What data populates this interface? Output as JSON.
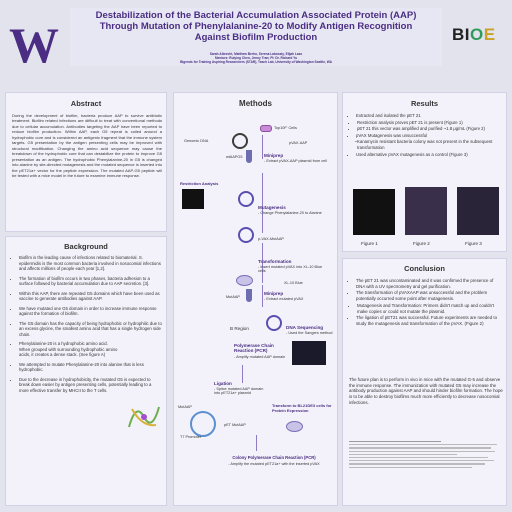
{
  "header": {
    "title_line1": "Destabilization of the Bacterial Accumulation Associated Protein (AAP)",
    "title_line2": "Through Mutation of Phenylalanine-20 to Modify Antigen Recognition",
    "title_line3": "Against Biofilm Production",
    "authors": "Sarah Albrecht, Matthew Berho, Serena Labossiy, Elijah Lazo",
    "mentors": "Mentors: Ruiying Chen, Jenny Tran; PI: Dr. Richard Yu",
    "affiliation": "Bigends for Training Aspiring Researchers (STAR), Teach Lab, University of Washington Seattle, WA",
    "logo_left": "W",
    "logo_right_bi": "BI",
    "logo_right_o": "O",
    "logo_right_e": "E"
  },
  "abstract": {
    "title": "Abstract",
    "body": "During the development of biofilm, bacteria produce AAP to survive antibiotic treatment. Biofilm related infections are difficult to treat with conventional methods due to cellular accumulation. Antibodies targeting the AAP have been reported to reduce biofilm production. Within AAP, each G5 repeat is coiled around a hydrophobic core and is considered an antigenic fragment that the immune system targets. G5 presentation by the antigen presenting cells may be improved with structural modification. Changing the amino acid sequence may cause the breakdown of the hydrophobic core that can destabilize the protein to improve G5 presentation as an antigen. The hydrophobic Phenylalanine-20 in G5 is changed into alanine by site-directed mutagenesis and the mutated sequence is inserted into the pET21a+ vector for the peptide expression. The mutated AAP-G5 peptide will be tested with a mice model in the future to examine immune response."
  },
  "background": {
    "title": "Background",
    "items": [
      "Biofilm is the leading cause of infections related to biomaterial. S. epidermidis is the most common bacteria involved in nosocomial infections and affects millions of people each year [1,2].",
      "The formation of biofilm occurs in two phases, bacteria adhesion to a surface followed by bacterial accumulation due to AAP secretion. [3].",
      "Within this AAP, there are repeated G5 domains which have been used as vaccine to generate antibodies against AAP.",
      "We have mutated one G5 domain in order to increase immune response against the formation of biofilm.",
      "The G5 domain has the capacity of being hydrophobic or hydrophilic due to an excess glycine, the smallest amino acid that has a single hydrogen side chain.",
      "Phenylalanine-20 is a hydrophobic amino acid. When grouped with surrounding hydrophobic amino acids, it creates a dense stack. (See figure A)",
      "We attempted to mutate Phenylalanine-20 into alanine that is less hydrophobic.",
      "Due to the decrease in hydrophobicity, the mutated G5 is expected to break down easier by antigen presenting cells, potentially leading to a more effective transfer by MHCII to the T cells."
    ]
  },
  "methods": {
    "title": "Methods",
    "top10": "Top10F' Cells",
    "genomic_dna": "Genomic DNA",
    "pvax_aap": "pVAX-AAP",
    "wtaap": "wtAAPG5",
    "miniprep_title": "Miniprep",
    "miniprep_desc": "- Extract pVAX-AAP plasmid from cell",
    "restriction": "Restriction Analysis",
    "mutagenesis_title": "Mutagenesis",
    "mutagenesis_desc": "- Change Phenylalanine-20 to Alanine",
    "pvax_mut": "p-VAX-MutAAP",
    "transformation_title": "Transformation",
    "transformation_desc": "- Insert mutated pVAX into XL-10 Blue cells",
    "xl10": "XL-10 Blue",
    "mutaap": "MutAAP",
    "miniprep2_title": "Miniprep",
    "miniprep2_desc": "- Extract mutated pVAX",
    "b_region": "B Region",
    "dna_seq_title": "DNA Sequencing",
    "dna_seq_desc": "- Used the Sangers method",
    "pcr_title": "Polymerase Chain Reaction (PCR)",
    "pcr_desc": "- Amplify mutated AAP domain",
    "ligation_title": "Ligation",
    "ligation_desc": "- Splice mutated AAP domain into pET21a+ plasmid",
    "t7": "T7 Promoter",
    "pet_mut": "pET MutAAP",
    "bl21_title": "Transform to BL21DE3 cells for Protein Expression",
    "colony_title": "Colony Polymerase Chain Reaction (PCR)",
    "colony_desc": "- Amplify the mutated pET21a+ with the inserted pVAX"
  },
  "results": {
    "title": "Results",
    "items": [
      {
        "text": "Extracted and isolated the pET 21",
        "sub": []
      },
      {
        "text": "",
        "sub": [
          "Restriction analysis proves pET 21 is present (Figure 1)",
          "pET 21 this vector was amplified and purified ~1.8 μg/mL (Figure 2)"
        ]
      },
      {
        "text": "pVAX Mutagenesis was unsuccessful",
        "sub": [
          "Kanamycin resistant bacteria colony was not present in the subsequent transformation"
        ]
      },
      {
        "text": "Used alternative pVAX mutagenesis as a control (Figure 3)",
        "sub": []
      }
    ],
    "figures": [
      "Figure 1",
      "Figure 2",
      "Figure 3"
    ]
  },
  "conclusion": {
    "title": "Conclusion",
    "items": [
      {
        "text": "The pET 21 was uncontaminated and it was confirmed the presence of DNA with a UV spectrometry and gel purification.",
        "sub": []
      },
      {
        "text": "The transformation of pVAXAAP was unsuccessful and the problem potentially occurred some point after mutagenesis.",
        "sub": [
          "Mutagenesis and Transformation: Primers didn't match up and couldn't make copies or could not mutate the plasmid."
        ]
      },
      {
        "text": "The ligation of pET21 was successful. Future experiments are needed to study the mutagenesis and transformation of the pVAX. (Figure 2)",
        "sub": []
      }
    ],
    "future": "The future plan is to perform in vivo in mice with the mutated G-5 and observe the immune response. The immunization with mutated G5 may increase the antibody production against AAP and should hinder biofilm formation. The hope is to be able to destroy biofilms much more efficiently to decrease nosocomial infections."
  },
  "colors": {
    "uw_purple": "#4b2e83",
    "bioe_green": "#2e9c5a",
    "bioe_gold": "#c9a227"
  }
}
